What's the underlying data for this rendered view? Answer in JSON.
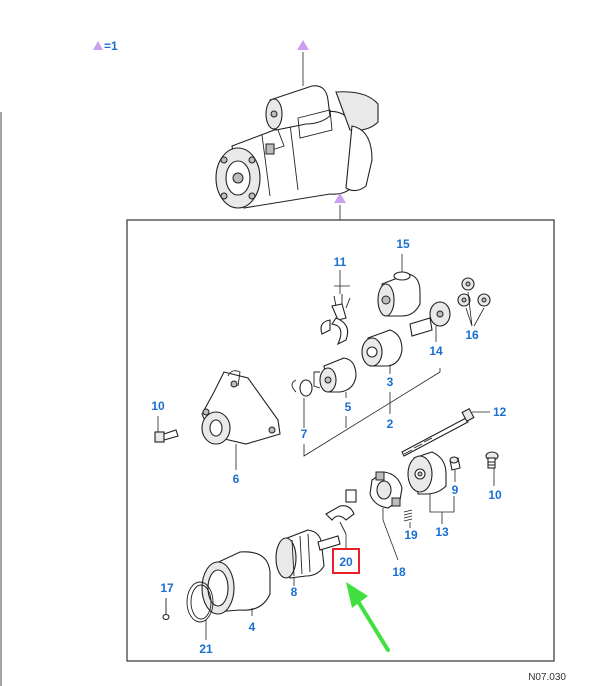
{
  "legend": {
    "marker_label": "=1"
  },
  "callouts": {
    "c15": "15",
    "c11": "11",
    "c16": "16",
    "c14": "14",
    "c3": "3",
    "c5": "5",
    "c10a": "10",
    "c12": "12",
    "c7": "7",
    "c2": "2",
    "c6": "6",
    "c9": "9",
    "c10b": "10",
    "c13": "13",
    "c19": "19",
    "c20": "20",
    "c18": "18",
    "c8": "8",
    "c17": "17",
    "c4": "4",
    "c21": "21"
  },
  "reference_code": "N07.030",
  "colors": {
    "callout": "#1a6fd1",
    "marker": "#c9a0f0",
    "highlight_box": "#e8202a",
    "pointer_arrow": "#3fe03f"
  }
}
